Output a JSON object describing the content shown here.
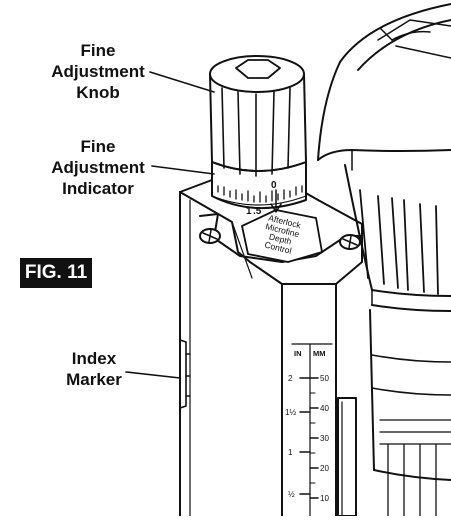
{
  "figure": {
    "label": "FIG. 11",
    "callouts": {
      "knob": [
        "Fine",
        "Adjustment",
        "Knob"
      ],
      "indicator": [
        "Fine",
        "Adjustment",
        "Indicator"
      ],
      "index": [
        "Index",
        "Marker"
      ]
    },
    "plate_text": [
      "Afterlock",
      "Microfine",
      "Depth",
      "Control"
    ],
    "dial_marks": [
      "0",
      "1",
      ".5"
    ],
    "scale": {
      "in_header": "IN",
      "mm_header": "MM",
      "in_labels": [
        "2",
        "1½",
        "1",
        "½"
      ],
      "mm_labels": [
        "50",
        "40",
        "30",
        "20",
        "10"
      ]
    }
  },
  "colors": {
    "ink": "#111111",
    "paper": "#ffffff",
    "shade": "#d0d0d0"
  }
}
